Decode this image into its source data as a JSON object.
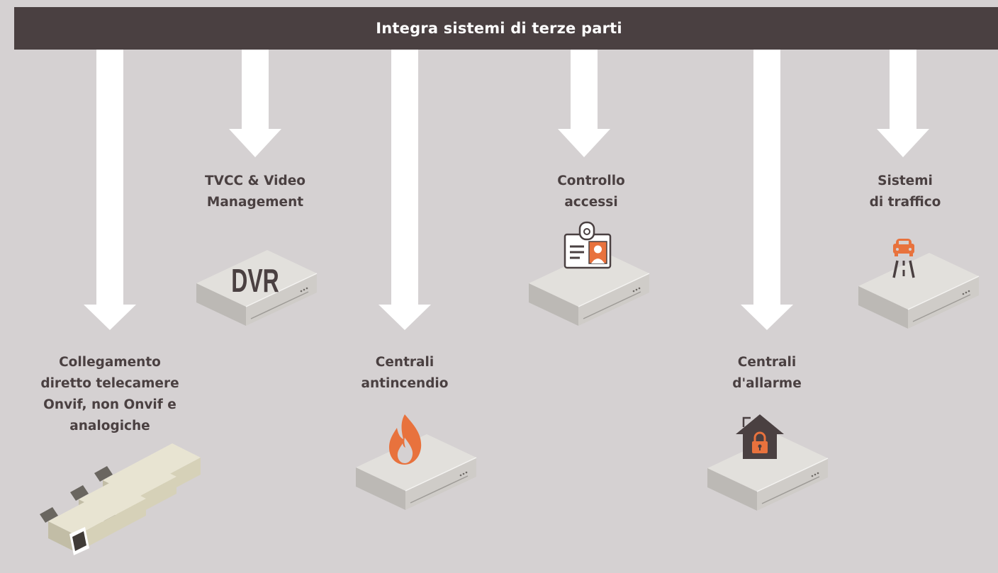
{
  "header": {
    "title": "Integra sistemi di terze parti"
  },
  "colors": {
    "background": "#d5d1d2",
    "header": "#4a4041",
    "arrow": "#ffffff",
    "label_text": "#4a4041",
    "accent": "#e8723d",
    "device_top": "#e2e0dc",
    "device_side": "#b9b6b2",
    "camera": "#d6d1b8"
  },
  "items": [
    {
      "id": "cameras",
      "lines": [
        "Collegamento",
        "diretto telecamere",
        "Onvif, non Onvif e",
        "analogiche"
      ],
      "icon": "camera-icon"
    },
    {
      "id": "tvcc",
      "lines": [
        "TVCC & Video",
        "Management"
      ],
      "icon": "dvr-icon",
      "device_text": "DVR"
    },
    {
      "id": "fire",
      "lines": [
        "Centrali",
        "antincendio"
      ],
      "icon": "flame-icon"
    },
    {
      "id": "access",
      "lines": [
        "Controllo",
        "accessi"
      ],
      "icon": "id-badge-icon"
    },
    {
      "id": "alarm",
      "lines": [
        "Centrali",
        "d'allarme"
      ],
      "icon": "house-lock-icon"
    },
    {
      "id": "traffic",
      "lines": [
        "Sistemi",
        "di traffico"
      ],
      "icon": "car-road-icon"
    }
  ]
}
